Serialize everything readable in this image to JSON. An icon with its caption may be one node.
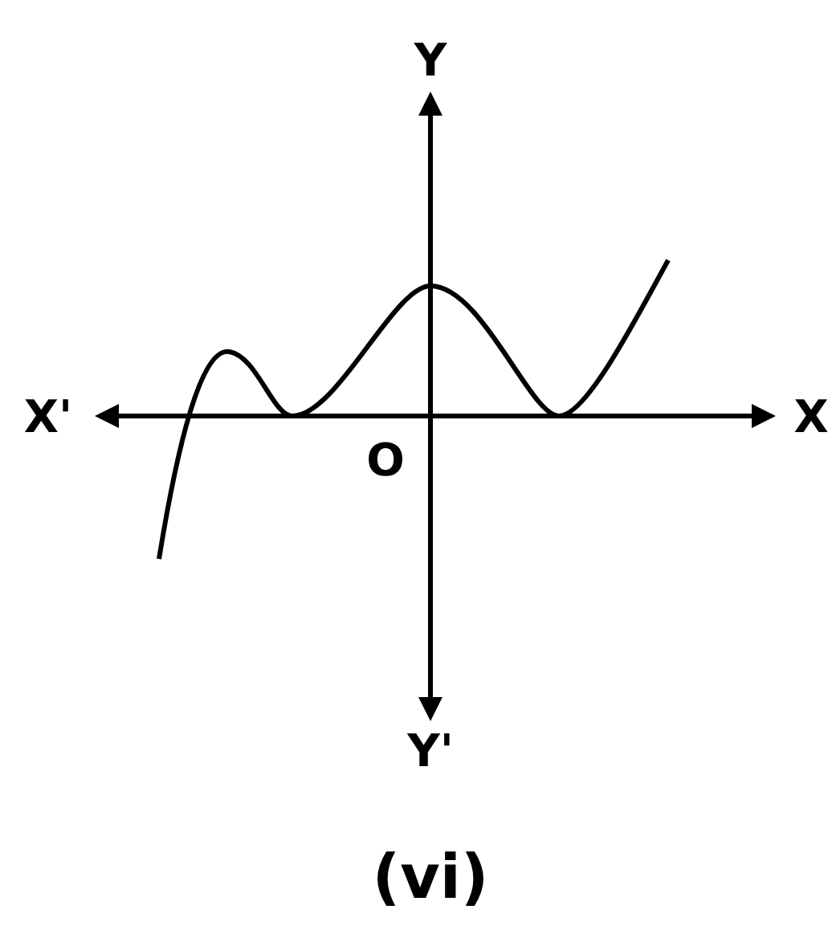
{
  "diagram": {
    "labels": [
      "Y",
      "X'",
      "X",
      "O",
      "Y'"
    ],
    "caption": "(vi)"
  }
}
